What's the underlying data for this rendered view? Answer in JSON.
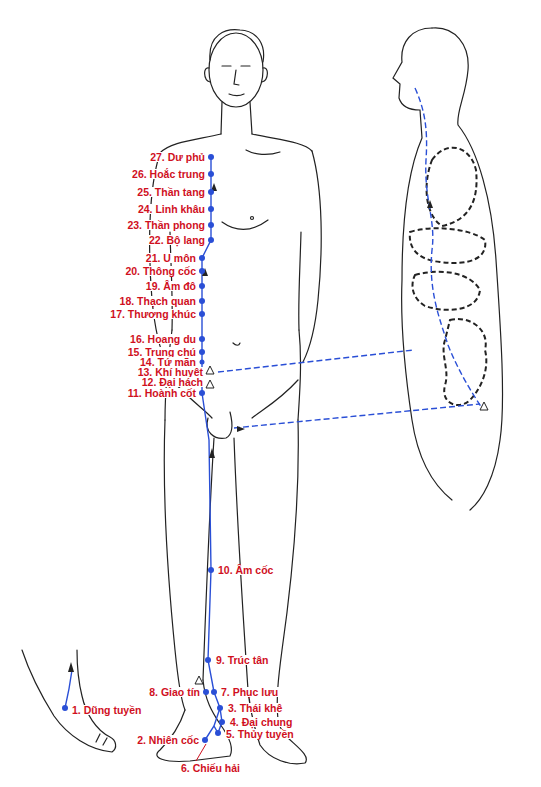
{
  "diagram": {
    "labels": [
      "27. Dư phủ",
      "26. Hoắc trung",
      "25. Thần tang",
      "24. Linh khâu",
      "23. Thần phong",
      "22. Bộ lang",
      "21. U môn",
      "20. Thông cốc",
      "19. Âm đô",
      "18. Thạch quan",
      "17. Thương khúc",
      "16. Hoang du",
      "15. Trung chú",
      "14. Tứ mãn",
      "13. Khí huyệt",
      "12. Đại hách",
      "11. Hoành cốt",
      "10. Âm cốc",
      "9. Trúc tân",
      "8. Giao tín",
      "7. Phục lưu",
      "3. Thái khê",
      "1. Dũng tuyền",
      "4. Đại chung",
      "5. Thủy tuyền",
      "2. Nhiên cốc",
      "6. Chiếu hải"
    ]
  }
}
